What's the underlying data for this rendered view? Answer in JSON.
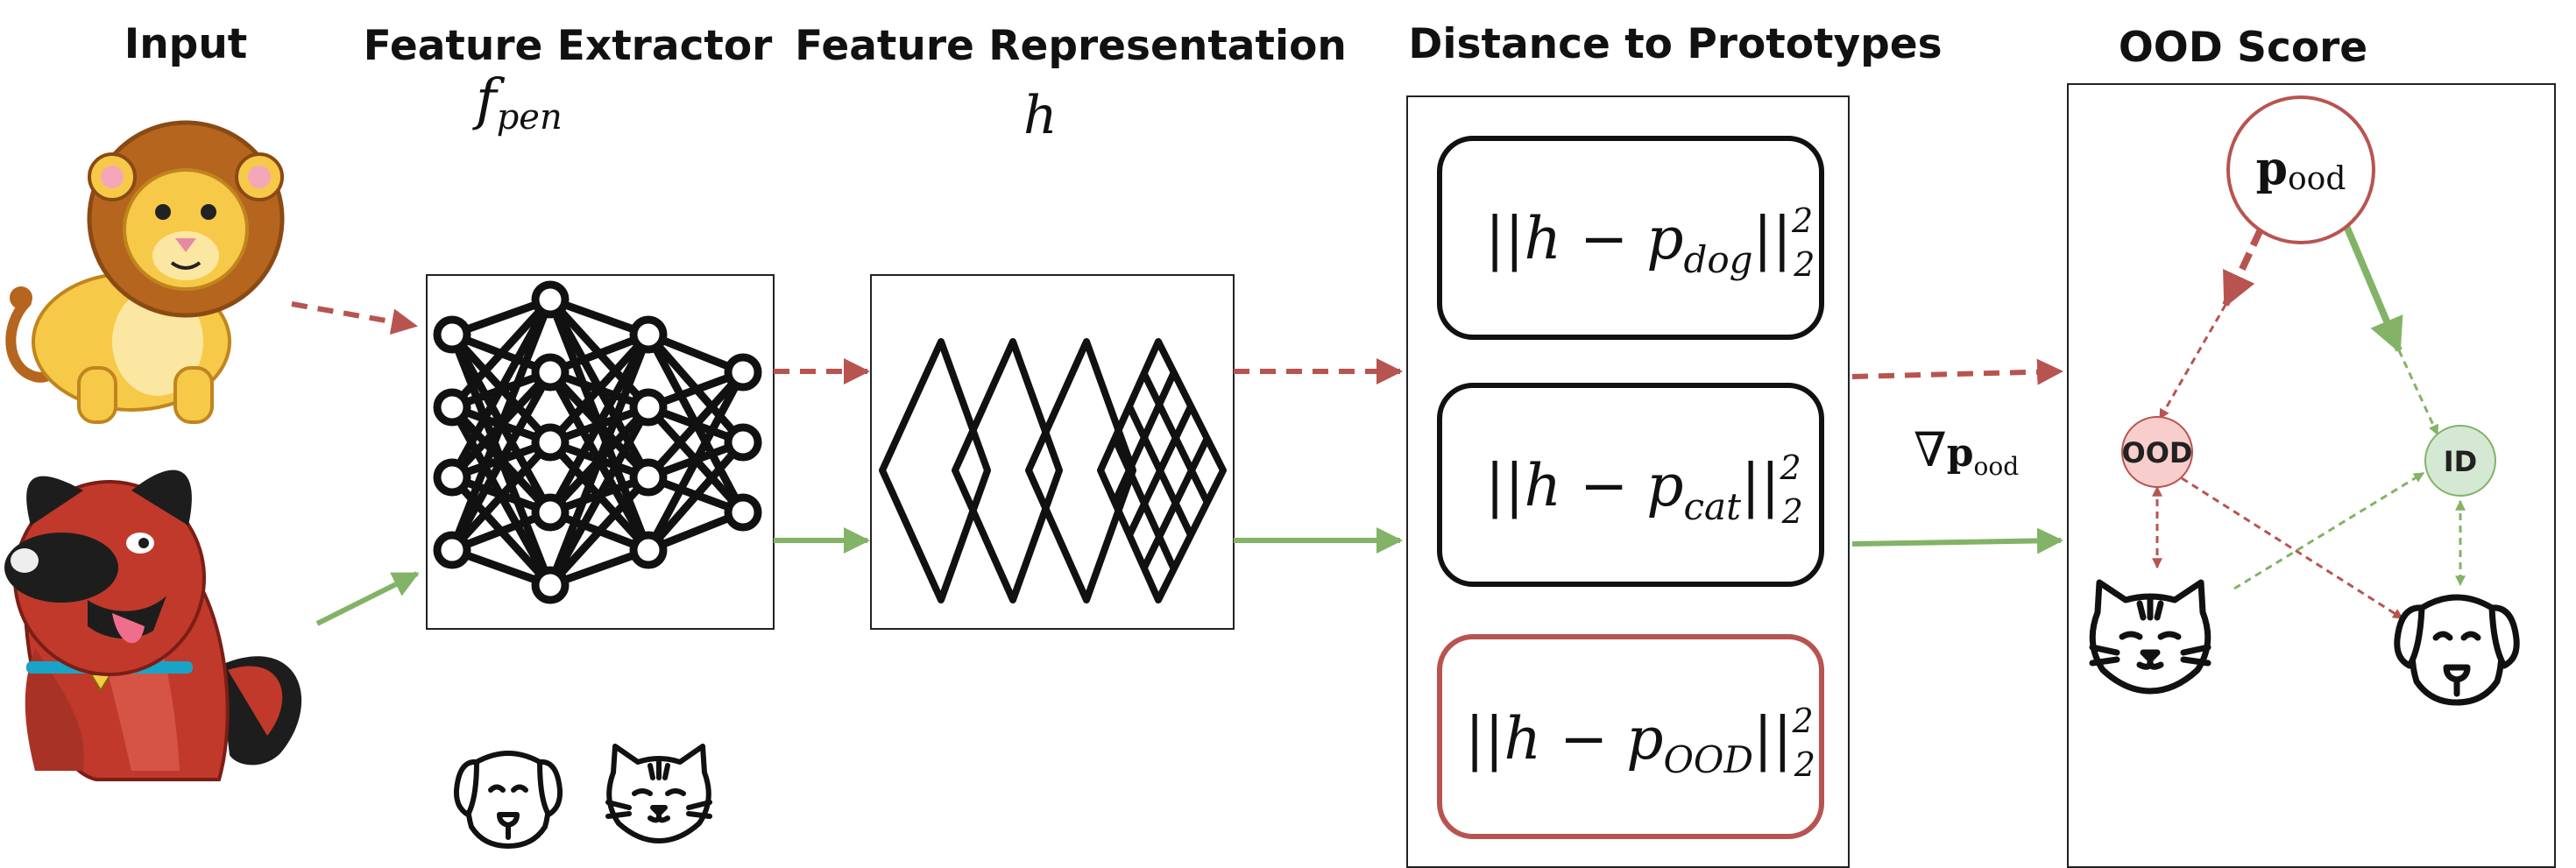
{
  "headers": {
    "input": "Input",
    "feature_extractor": "Feature Extractor",
    "feature_representation": "Feature Representation",
    "distance_to_prototypes": "Distance to Prototypes",
    "ood_score": "OOD Score"
  },
  "feature_extractor_symbol": {
    "base": "f",
    "sub": "pen"
  },
  "feature_representation_symbol": "h",
  "distances": [
    {
      "lhs": "||h − p",
      "sub": "dog",
      "rhs": "||",
      "sup": "2",
      "rsub": "2"
    },
    {
      "lhs": "||h − p",
      "sub": "cat",
      "rhs": "||",
      "sup": "2",
      "rsub": "2"
    },
    {
      "lhs": "||h − p",
      "sub": "OOD",
      "rhs": "||",
      "sup": "2",
      "rsub": "2"
    }
  ],
  "gradient_label": {
    "nabla": "∇",
    "base": "p",
    "sub": "ood"
  },
  "ood_graph": {
    "root": {
      "base": "p",
      "sub": "ood"
    },
    "ood_node": "OOD",
    "id_node": "ID"
  },
  "colors": {
    "ood_path": "#b85450",
    "id_path": "#82b366",
    "ood_node_fill": "#f8cecc",
    "id_node_fill": "#d5e8d4",
    "lion_body": "#f7c948",
    "lion_mane": "#b5651d",
    "dog_body": "#c0392b",
    "collar": "#1aa3c8"
  },
  "icons": [
    "lion-image",
    "dog-image",
    "dog-face-icon",
    "cat-face-icon",
    "neural-network-icon",
    "feature-layers-icon"
  ]
}
